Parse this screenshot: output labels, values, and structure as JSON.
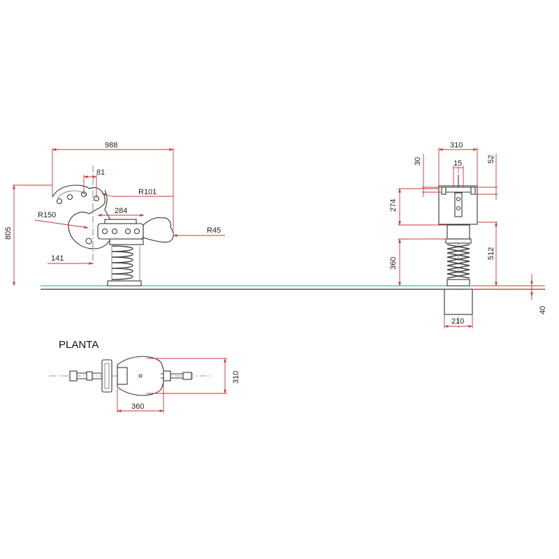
{
  "colors": {
    "dimension": "#cc3333",
    "ground": "#2e9e7a",
    "object": "#333333"
  },
  "plan_title": "PLANTA",
  "side_view": {
    "overall_length": "988",
    "head_hole_spacing": "81",
    "head_radius": "R101",
    "seat_width": "284",
    "head_curve_radius": "R150",
    "tail_radius": "R45",
    "overall_height": "805",
    "nose_offset": "141"
  },
  "front_view": {
    "handle_width": "310",
    "handle_bar_thickness": "30",
    "rod_diameter": "15",
    "handle_top_offset": "52",
    "body_height": "274",
    "seat_height": "512",
    "spring_height": "360",
    "base_width": "210",
    "base_depth": "40"
  },
  "plan_view": {
    "width": "310",
    "spring_offset": "360"
  }
}
